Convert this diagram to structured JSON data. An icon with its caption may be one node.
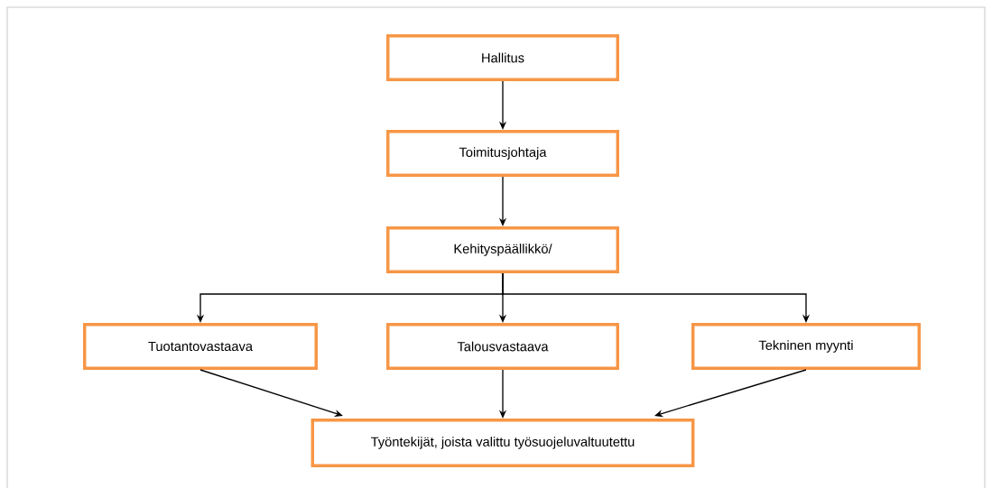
{
  "diagram": {
    "nodes": [
      {
        "text": [
          "Hallitus"
        ]
      },
      {
        "text": [
          "Toimitusjohtaja"
        ]
      },
      {
        "text": [
          "Kehityspäällikkö/"
        ]
      },
      {
        "text": [
          "Tuotantovastaava"
        ]
      },
      {
        "text": [
          "Talousvastaava"
        ]
      },
      {
        "text": [
          "Tekninen myynti"
        ]
      },
      {
        "text": [
          "Työntekijät, joista valittu työsuojeluvaltuutettu"
        ]
      }
    ],
    "edges": [
      {
        "from": 0,
        "to": 1,
        "arrow": "to"
      },
      {
        "from": 1,
        "to": 2,
        "arrow": "to"
      },
      {
        "from": 2,
        "to": 3,
        "arrow": "to"
      },
      {
        "from": 2,
        "to": 4,
        "arrow": "to"
      },
      {
        "from": 2,
        "to": 5,
        "arrow": "to"
      },
      {
        "from": 3,
        "to": 6,
        "arrow": "to"
      },
      {
        "from": 4,
        "to": 6,
        "arrow": "to"
      },
      {
        "from": 5,
        "to": 6,
        "arrow": "to"
      }
    ]
  }
}
